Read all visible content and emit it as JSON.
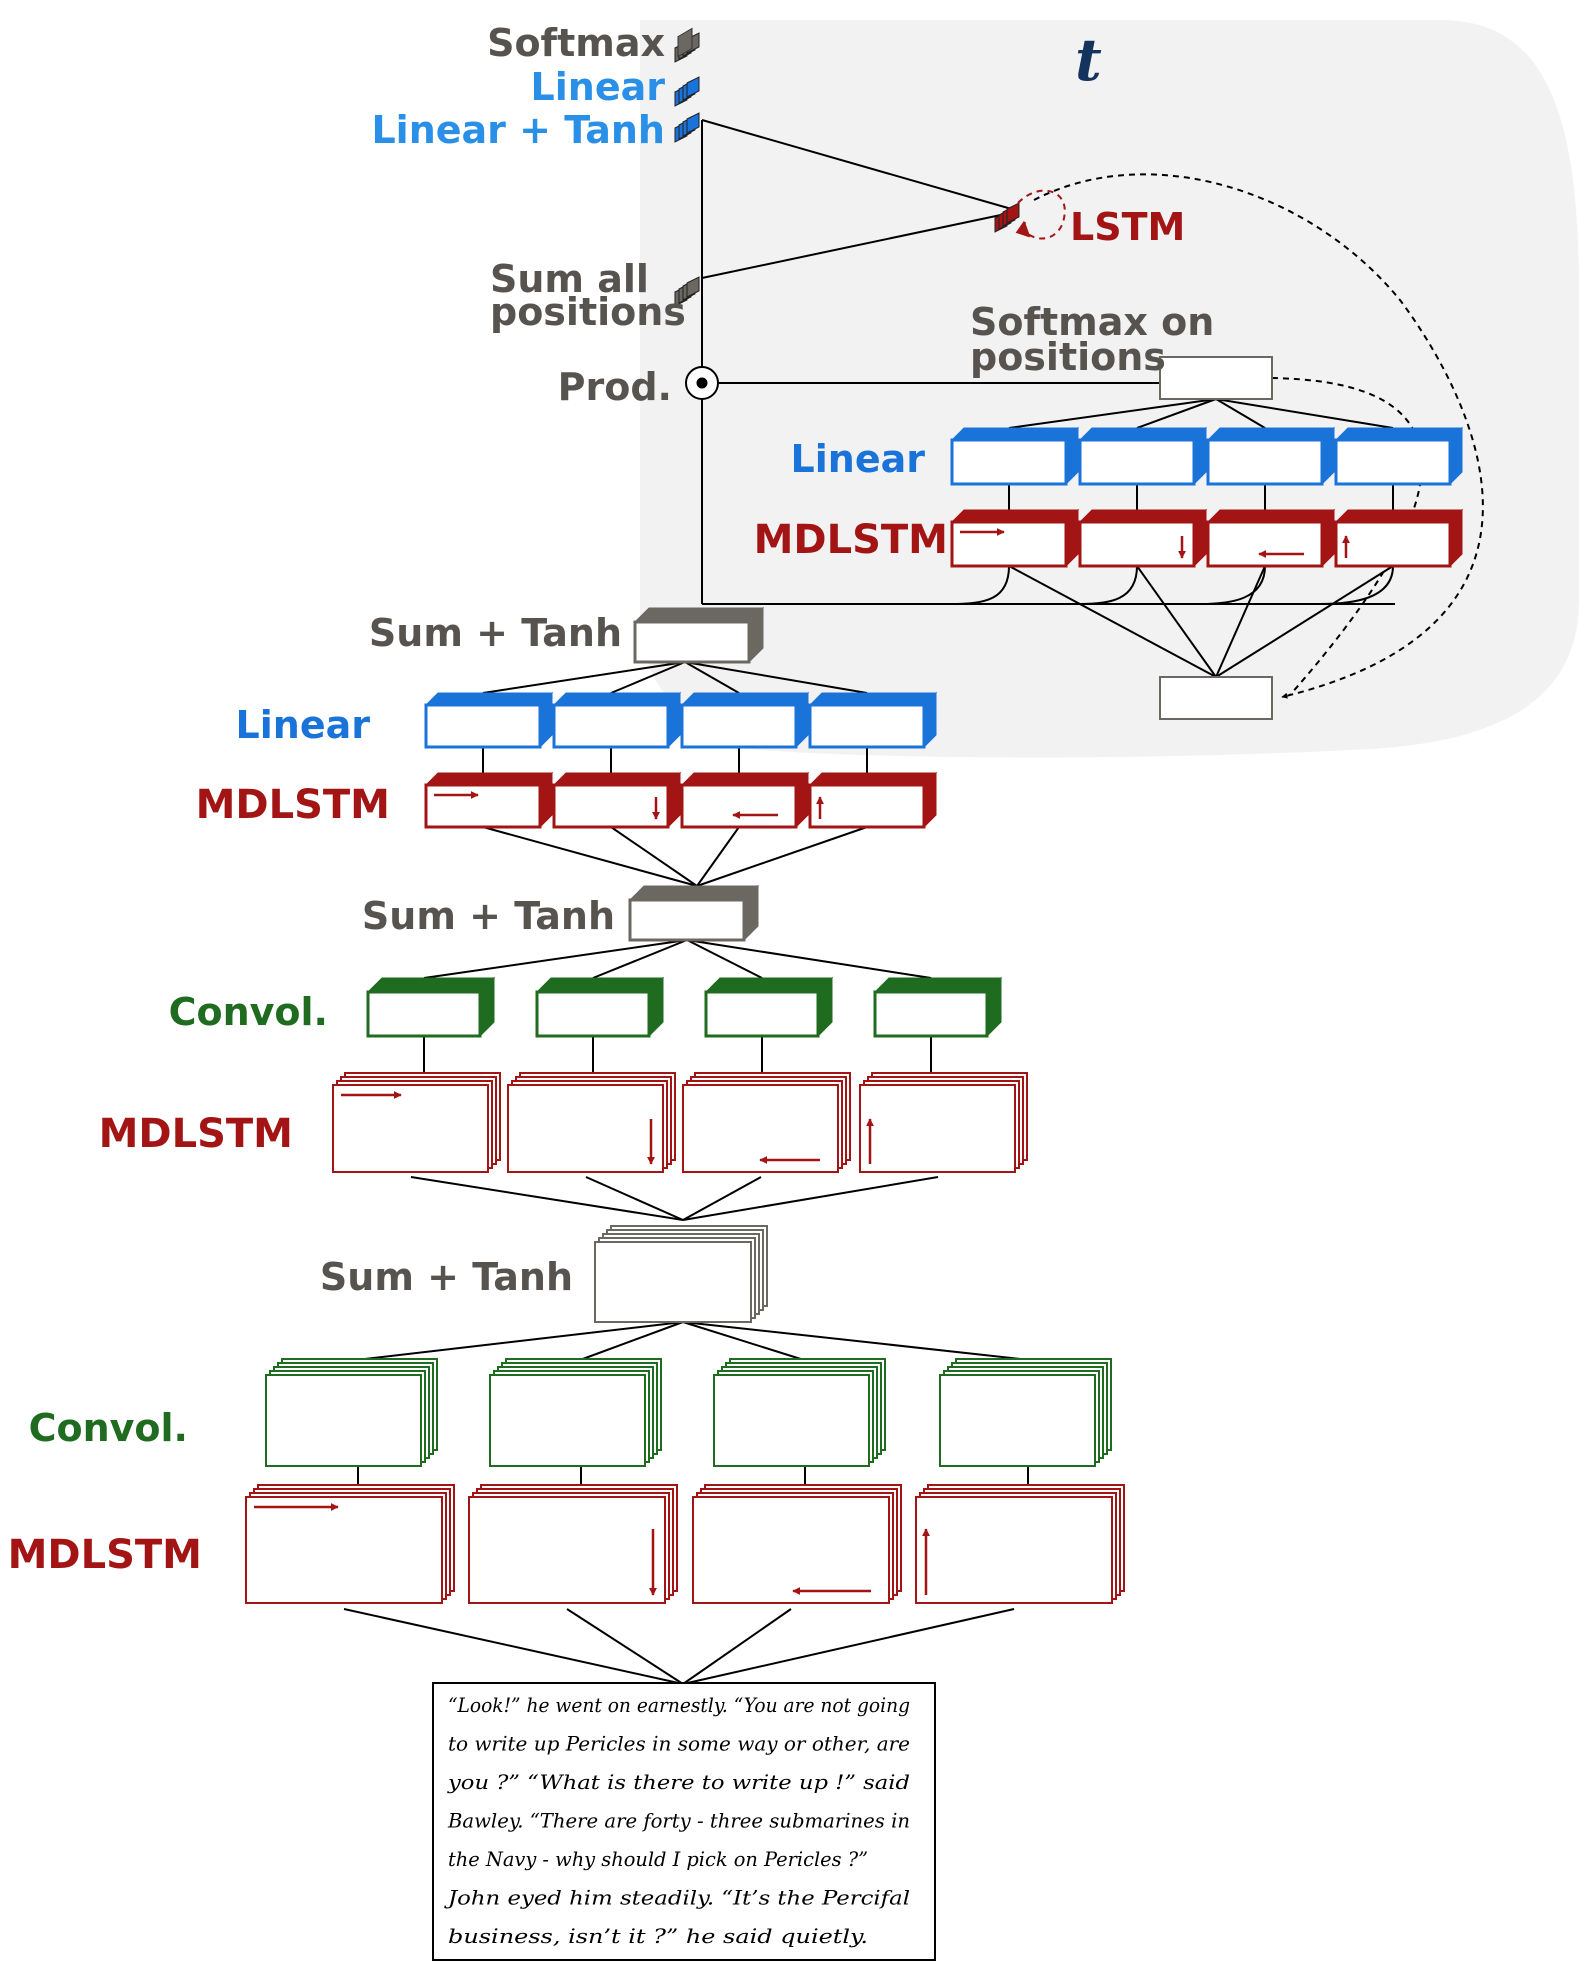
{
  "labels": {
    "time_step": "t",
    "softmax": "Softmax",
    "linear_out": "Linear",
    "linear_tanh": "Linear + Tanh",
    "lstm": "LSTM",
    "sum_all": "Sum all",
    "positions": "positions",
    "softmax_on": "Softmax on",
    "softmax_positions": "positions",
    "prod": "Prod.",
    "att_linear": "Linear",
    "att_mdlstm": "MDLSTM",
    "sum_tanh_1": "Sum + Tanh",
    "linear_1": "Linear",
    "mdlstm_1": "MDLSTM",
    "sum_tanh_2": "Sum + Tanh",
    "convol_2": "Convol.",
    "mdlstm_2": "MDLSTM",
    "sum_tanh_3": "Sum + Tanh",
    "convol_3": "Convol.",
    "mdlstm_3": "MDLSTM"
  },
  "handwriting_lines": [
    "“Look!” he went on earnestly. “You are not going",
    "to write up Pericles in some way or other, are",
    "you ?”   “What is there to write up !” said",
    "Bawley. “There are forty - three submarines in",
    "the Navy - why should I pick on Pericles ?”",
    "John eyed him steadily. “It’s the Percifal",
    "business, isn’t it ?” he said quietly."
  ],
  "colors": {
    "gray_text": "#57534f",
    "gray_block": "#6b6862",
    "blue": "#1a73d9",
    "blue_text": "#2a8fe6",
    "red": "#a31515",
    "green": "#1f6b1f",
    "navy": "#14335e",
    "region": "#f2f2f2"
  },
  "icons": {
    "prod": "circled-dot-icon",
    "direction": "arrow-icon",
    "recurrence": "dashed-loop-arrow-icon"
  }
}
